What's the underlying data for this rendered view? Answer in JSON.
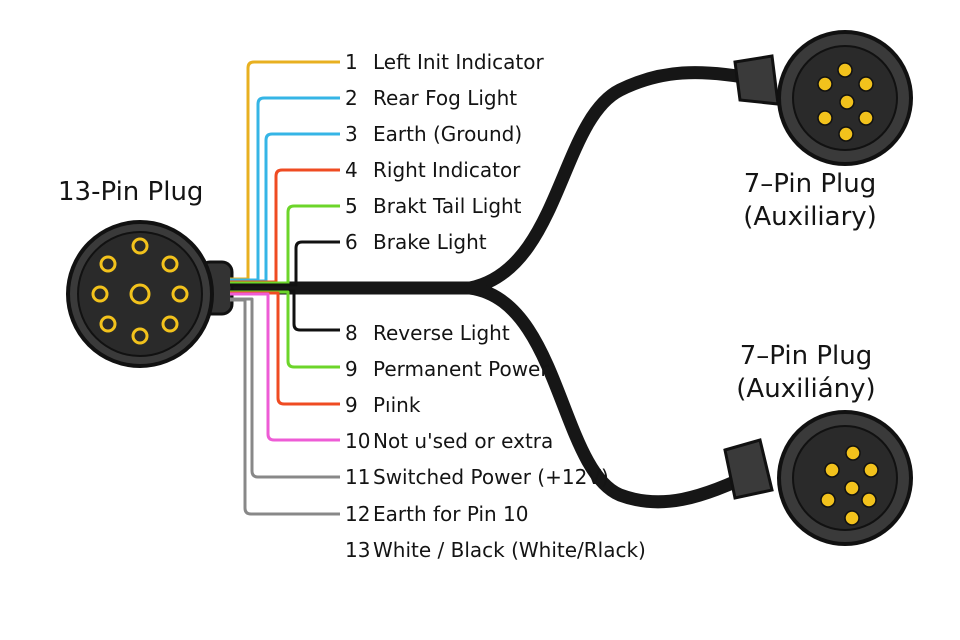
{
  "plug_13": {
    "title": "13-Pin Plug"
  },
  "plug_aux_top": {
    "title_line1": "7–Pin Plug",
    "title_line2": "(Auxiliary)"
  },
  "plug_aux_bottom": {
    "title_line1": "7–Pin Plug",
    "title_line2": "(Auxiliány)"
  },
  "pins": [
    {
      "num": "1",
      "label": "Left Init Indicator",
      "color": "#e8b020"
    },
    {
      "num": "2",
      "label": "Rear Fog Light",
      "color": "#35b5e6"
    },
    {
      "num": "3",
      "label": "Earth (Ground)",
      "color": "#35b5e6"
    },
    {
      "num": "4",
      "label": "Right Indicator",
      "color": "#ef4b22"
    },
    {
      "num": "5",
      "label": "Brakt Tail Light",
      "color": "#6cd52a"
    },
    {
      "num": "6",
      "label": "Brake Light",
      "color": "#111111"
    },
    {
      "num": "8",
      "label": "Reverse Light",
      "color": "#111111"
    },
    {
      "num": "9",
      "label": "Permanent Power",
      "color": "#6cd52a"
    },
    {
      "num": "9",
      "label": "Pıink",
      "color": "#ef4b22"
    },
    {
      "num": "10",
      "label": "Not u'sed or extra",
      "color": "#ee5cd6"
    },
    {
      "num": "11",
      "label": "Switched Power (+12V)",
      "color": "#888888"
    },
    {
      "num": "12",
      "label": "Earth for Pin 10",
      "color": "#888888"
    },
    {
      "num": "13",
      "label": "White / Black  (White/Rlack)",
      "color": "#888888"
    }
  ],
  "colors": {
    "connector_body": "#3a3a3a",
    "connector_face": "#2a2a2a",
    "pin_gold": "#f2c21c",
    "cable": "#161616"
  }
}
